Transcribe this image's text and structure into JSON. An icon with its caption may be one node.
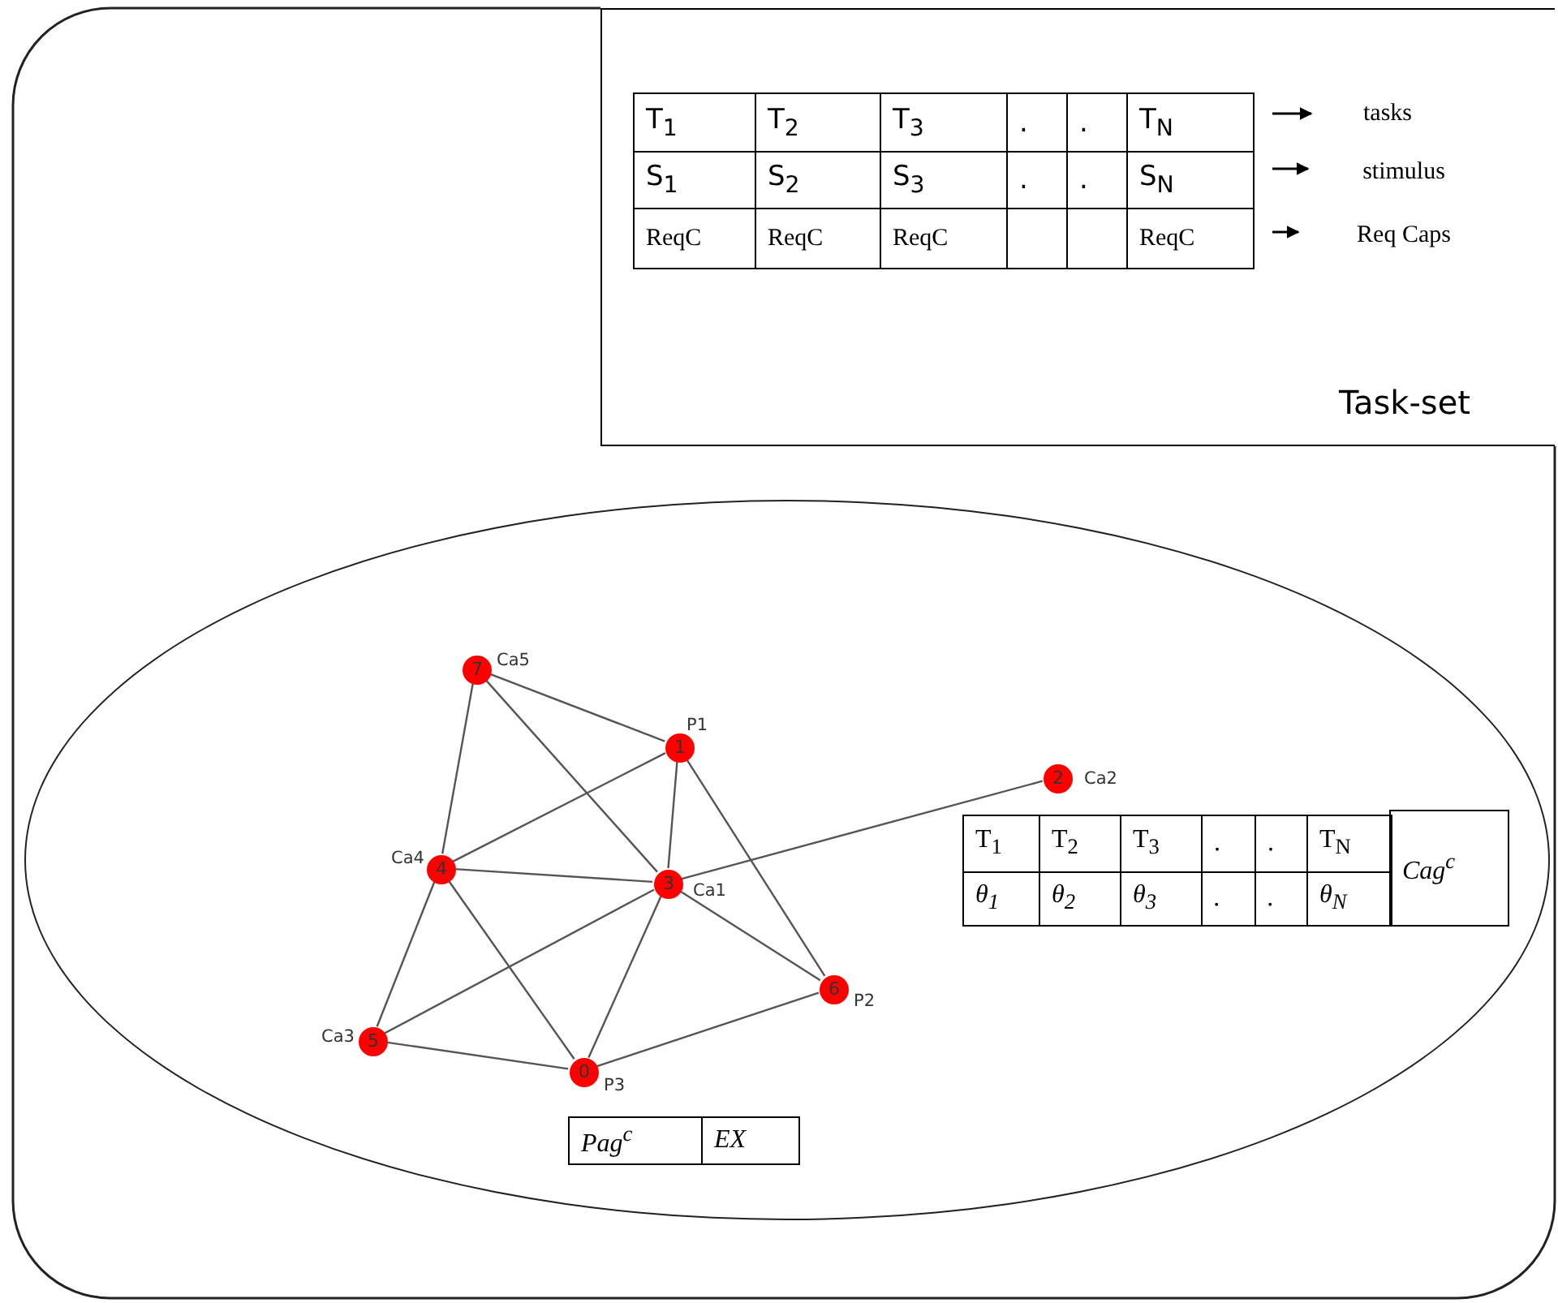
{
  "diagram": {
    "nodes": [
      {
        "text": [],
        "shape": "box"
      },
      {
        "text": [
          "Task-set"
        ],
        "in": 0
      },
      {
        "text": [],
        "shape": "ellipse",
        "in": 0
      },
      {
        "text": [
          "7"
        ],
        "beside": [
          "Ca5"
        ],
        "in": 2
      },
      {
        "text": [
          "1"
        ],
        "beside": [
          "P1"
        ],
        "in": 2
      },
      {
        "text": [
          "2"
        ],
        "beside": [
          "Ca2"
        ],
        "in": 2
      },
      {
        "text": [
          "4"
        ],
        "beside": [
          "Ca4"
        ],
        "in": 2
      },
      {
        "text": [
          "3"
        ],
        "beside": [
          "Ca1"
        ],
        "in": 2
      },
      {
        "text": [
          "6"
        ],
        "beside": [
          "P2"
        ],
        "in": 2
      },
      {
        "text": [
          "5"
        ],
        "beside": [
          "Ca3"
        ],
        "in": 2
      },
      {
        "text": [
          "0"
        ],
        "beside": [
          "P3"
        ],
        "in": 2
      },
      {
        "text": [
          "tasks"
        ],
        "in": 1
      },
      {
        "text": [
          "stimulus"
        ],
        "in": 1
      },
      {
        "text": [
          "Req Caps"
        ],
        "in": 1
      }
    ],
    "edges": [
      {
        "from": 3,
        "to": 4,
        "arrow": "none"
      },
      {
        "from": 3,
        "to": 6,
        "arrow": "none"
      },
      {
        "from": 3,
        "to": 7,
        "arrow": "none"
      },
      {
        "from": 4,
        "to": 6,
        "arrow": "none"
      },
      {
        "from": 4,
        "to": 7,
        "arrow": "none"
      },
      {
        "from": 4,
        "to": 8,
        "arrow": "none"
      },
      {
        "from": 6,
        "to": 7,
        "arrow": "none"
      },
      {
        "from": 6,
        "to": 9,
        "arrow": "none"
      },
      {
        "from": 6,
        "to": 10,
        "arrow": "none"
      },
      {
        "from": 7,
        "to": 5,
        "arrow": "none"
      },
      {
        "from": 7,
        "to": 9,
        "arrow": "none"
      },
      {
        "from": 7,
        "to": 10,
        "arrow": "none"
      },
      {
        "from": 7,
        "to": 8,
        "arrow": "none"
      },
      {
        "from": 9,
        "to": 10,
        "arrow": "none"
      },
      {
        "from": 10,
        "to": 8,
        "arrow": "none"
      },
      {
        "from": null,
        "to": 11,
        "arrow": "to"
      },
      {
        "from": null,
        "to": 12,
        "arrow": "to"
      },
      {
        "from": null,
        "to": 13,
        "arrow": "to"
      }
    ],
    "labels": [
      "T$_{1}$",
      "T$_{2}$",
      "T$_{3}$",
      ".",
      ".",
      "T$_{N}$",
      "S$_{1}$",
      "S$_{2}$",
      "S$_{3}$",
      ".",
      ".",
      "S$_{N}$",
      "ReqC",
      "ReqC",
      "ReqC",
      "ReqC",
      "T$_{1}$",
      "T$_{2}$",
      "T$_{3}$",
      ".",
      ".",
      "T$_{N}$",
      "Cag$^{c}$",
      "θ$_{1}$",
      "θ$_{2}$",
      "θ$_{3}$",
      ".",
      ".",
      "θ$_{N}$",
      "Pag$^{c}$",
      "EX"
    ]
  }
}
